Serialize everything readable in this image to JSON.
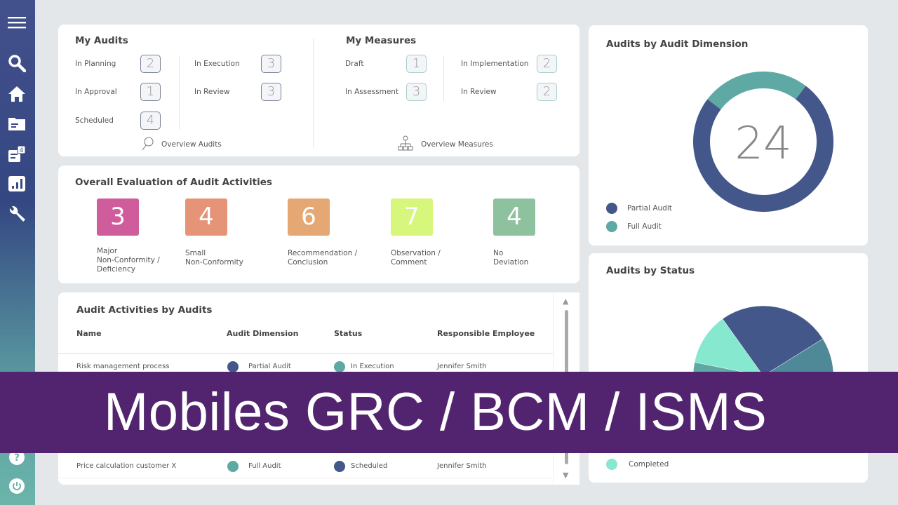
{
  "sidebar": {
    "icons": [
      "menu-icon",
      "search-icon",
      "home-icon",
      "folder-icon",
      "notifications-icon",
      "chart-icon",
      "wrench-icon",
      "help-icon",
      "power-icon"
    ],
    "badge": "4"
  },
  "my_audits": {
    "title": "My Audits",
    "items": [
      {
        "label": "In Planning",
        "count": "2"
      },
      {
        "label": "In Approval",
        "count": "1"
      },
      {
        "label": "Scheduled",
        "count": "4"
      },
      {
        "label": "In Execution",
        "count": "3"
      },
      {
        "label": "In Review",
        "count": "3"
      }
    ],
    "link": "Overview Audits"
  },
  "my_measures": {
    "title": "My Measures",
    "items": [
      {
        "label": "Draft",
        "count": "1"
      },
      {
        "label": "In Assessment",
        "count": "3"
      },
      {
        "label": "In Implementation",
        "count": "2"
      },
      {
        "label": "In Review",
        "count": "2"
      }
    ],
    "link": "Overview Measures"
  },
  "evaluation": {
    "title": "Overall Evaluation of Audit Activities",
    "items": [
      {
        "count": "3",
        "label": "Major\nNon-Conformity /\nDeficiency",
        "color": "#cf5d9b"
      },
      {
        "count": "4",
        "label": "Small\nNon-Conformity",
        "color": "#e69478"
      },
      {
        "count": "6",
        "label": "Recommendation /\nConclusion",
        "color": "#e5a874"
      },
      {
        "count": "7",
        "label": "Observation /\nComment",
        "color": "#d7f67c"
      },
      {
        "count": "4",
        "label": "No\nDeviation",
        "color": "#8ec29e"
      }
    ]
  },
  "table": {
    "title": "Audit Activities by Audits",
    "headers": [
      "Name",
      "Audit Dimension",
      "Status",
      "Responsible Employee"
    ],
    "rows": [
      {
        "name": "Risk management process",
        "dimension": "Partial Audit",
        "dimension_color": "#44578a",
        "status": "In Execution",
        "status_color": "#5fa9a5",
        "employee": "Jennifer Smith"
      },
      {
        "name": "Price calculation customer X",
        "dimension": "Full Audit",
        "dimension_color": "#5fa9a5",
        "status": "Scheduled",
        "status_color": "#44578a",
        "employee": "Jennifer Smith"
      }
    ]
  },
  "chart_data": [
    {
      "type": "pie",
      "title": "Audits by Audit Dimension",
      "total": "24",
      "series": [
        {
          "name": "Partial Audit",
          "value": 18,
          "color": "#44578a"
        },
        {
          "name": "Full Audit",
          "value": 6,
          "color": "#5fa9a5"
        }
      ]
    },
    {
      "type": "pie",
      "title": "Audits by Status",
      "series": [
        {
          "value": 26,
          "color": "#44578a"
        },
        {
          "value": 30,
          "color": "#4f8897"
        },
        {
          "value": 12,
          "color": "#4f8897"
        },
        {
          "value": 20,
          "color": "#5fa9a5"
        },
        {
          "name": "Completed",
          "value": 12,
          "color": "#86e8cf"
        }
      ]
    }
  ],
  "banner": "Mobiles GRC / BCM / ISMS"
}
